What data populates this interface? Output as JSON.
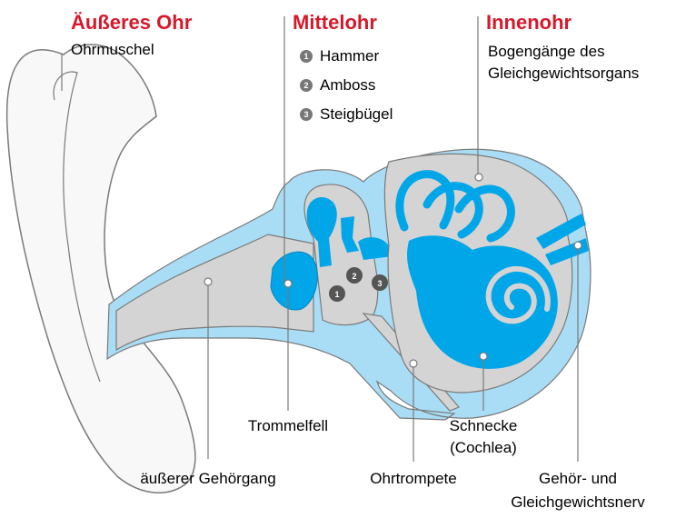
{
  "colors": {
    "accent_red": "#d7182a",
    "blue": "#00a6e8",
    "light_blue": "#a9ddf5",
    "gray": "#d4d4d4",
    "outline": "#7a7a7a"
  },
  "sections": {
    "outer": {
      "title": "Äußeres Ohr",
      "sub": "Ohrmuschel"
    },
    "middle": {
      "title": "Mittelohr",
      "items": [
        {
          "num": "1",
          "label": "Hammer"
        },
        {
          "num": "2",
          "label": "Amboss"
        },
        {
          "num": "3",
          "label": "Steigbügel"
        }
      ]
    },
    "inner": {
      "title": "Innenohr",
      "sub_line1": "Bogengänge des",
      "sub_line2": "Gleichgewichtsorgans"
    }
  },
  "labels": {
    "trommelfell": "Trommelfell",
    "gehoergang": "äußerer Gehörgang",
    "ohrtrompete": "Ohrtrompete",
    "schnecke_line1": "Schnecke",
    "schnecke_line2": "(Cochlea)",
    "nerv_line1": "Gehör- und",
    "nerv_line2": "Gleichgewichtsnerv"
  }
}
